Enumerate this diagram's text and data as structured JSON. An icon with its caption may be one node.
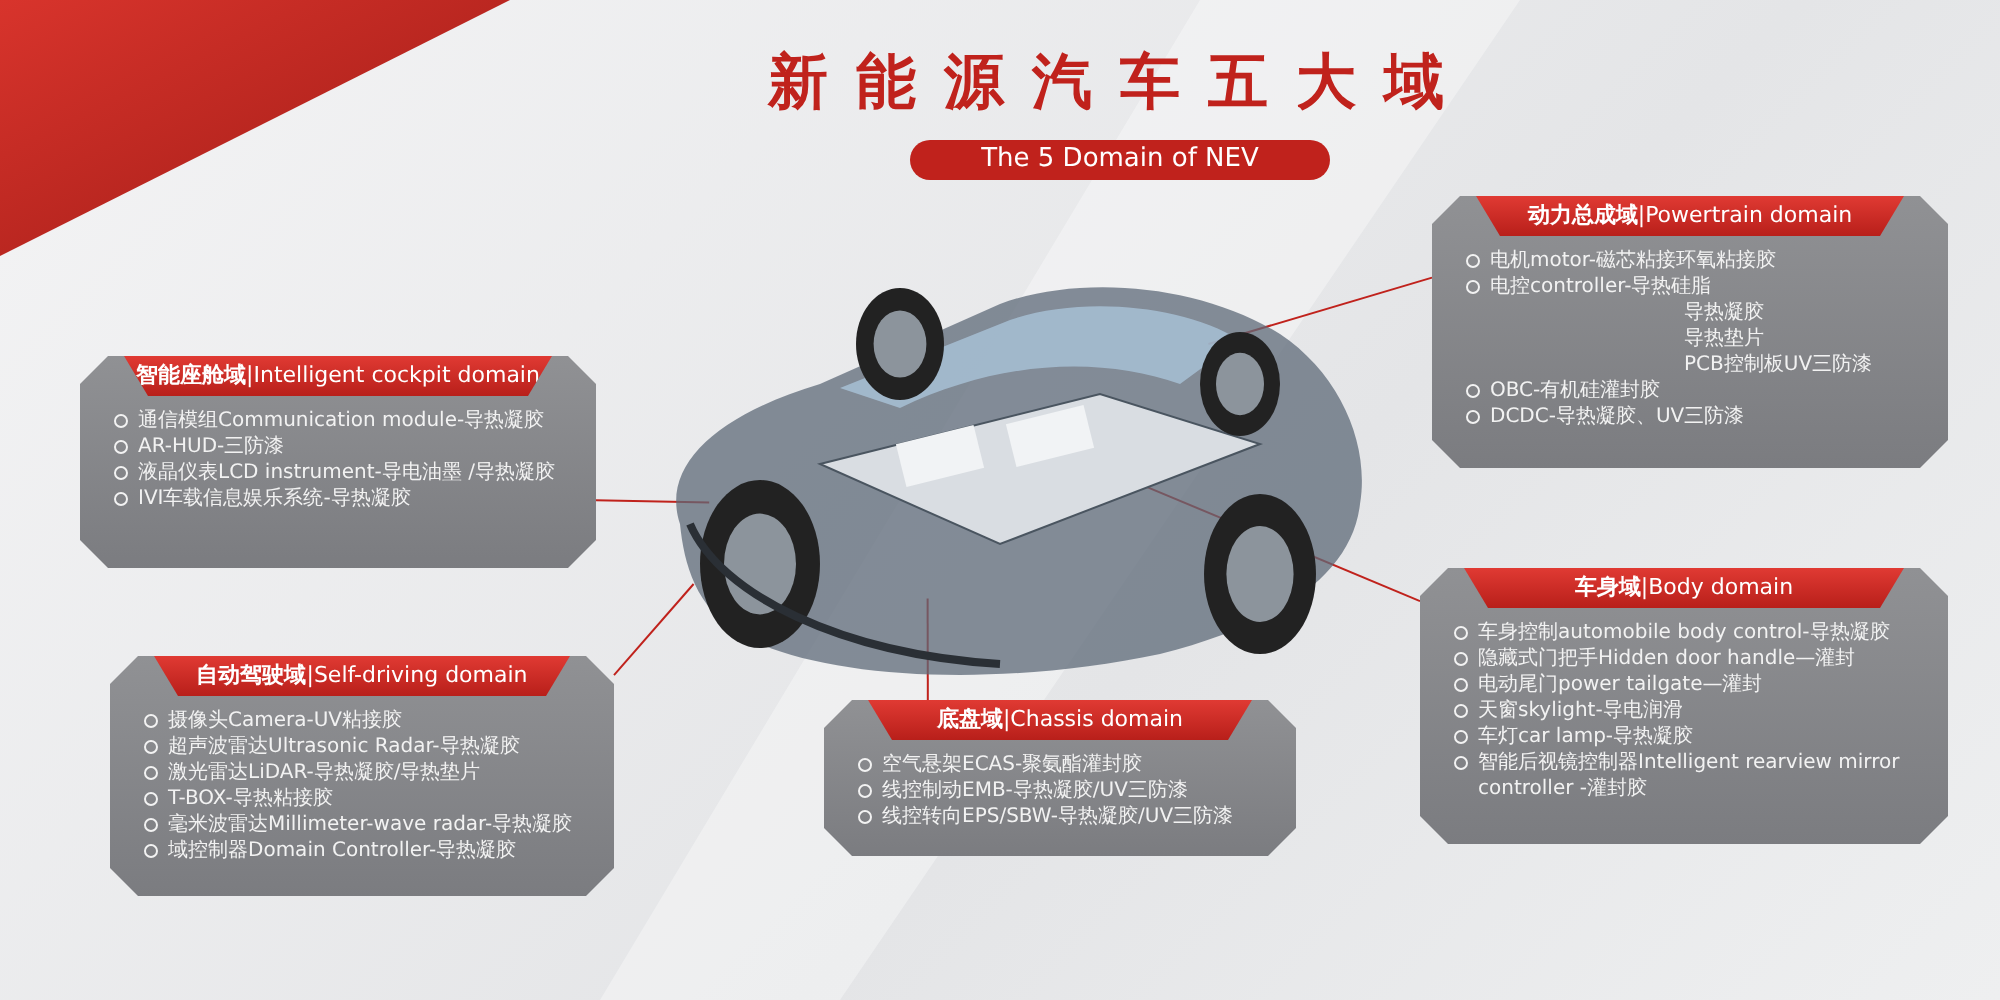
{
  "diagram": {
    "title": "新能源汽车五大域",
    "nodes": [
      {
        "text": [],
        "shape": "picture"
      },
      {
        "text": [
          "**智能座舱域**|Intelligent cockpit domain",
          "通信模组Communication module-导热凝胶",
          "AR-HUD-三防漆",
          "液晶仪表LCD instrument-导电油墨 /导热凝胶",
          "IVI车载信息娱乐系统-导热凝胶"
        ]
      },
      {
        "text": [
          "**自动驾驶域**|Self-driving domain",
          "摄像头Camera-UV粘接胶",
          "超声波雷达Ultrasonic Radar-导热凝胶",
          "激光雷达LiDAR-导热凝胶/导热垫片",
          "T-BOX-导热粘接胶",
          "毫米波雷达Millimeter-wave radar-导热凝胶",
          "域控制器Domain Controller-导热凝胶"
        ]
      },
      {
        "text": [
          "**底盘域**|Chassis domain",
          "空气悬架ECAS-聚氨酯灌封胶",
          "线控制动EMB-导热凝胶/UV三防漆",
          "线控转向EPS/SBW-导热凝胶/UV三防漆"
        ]
      },
      {
        "text": [
          "**动力总成域**|Powertrain domain",
          "电机motor-磁芯粘接环氧粘接胶",
          "电控controller-导热硅脂",
          "导热凝胶",
          "导热垫片",
          "PCB控制板UV三防漆",
          "OBC-有机硅灌封胶",
          "DCDC-导热凝胶、UV三防漆"
        ]
      },
      {
        "text": [
          "**车身域**|Body domain",
          "车身控制automobile body control-导热凝胶",
          "隐藏式门把手Hidden door handle—灌封",
          "电动尾门power tailgate—灌封",
          "天窗skylight-导电润滑",
          "车灯car lamp-导热凝胶",
          "智能后视镜控制器Intelligent rearview mirror controller -灌封胶"
        ]
      }
    ],
    "edges": [
      {
        "from": 1,
        "to": 0,
        "arrow": "none"
      },
      {
        "from": 2,
        "to": 0,
        "arrow": "none"
      },
      {
        "from": 3,
        "to": 0,
        "arrow": "none"
      },
      {
        "from": 4,
        "to": 0,
        "arrow": "none"
      },
      {
        "from": 5,
        "to": 0,
        "arrow": "none"
      }
    ],
    "labels": [
      "The 5 Domain of NEV"
    ]
  }
}
